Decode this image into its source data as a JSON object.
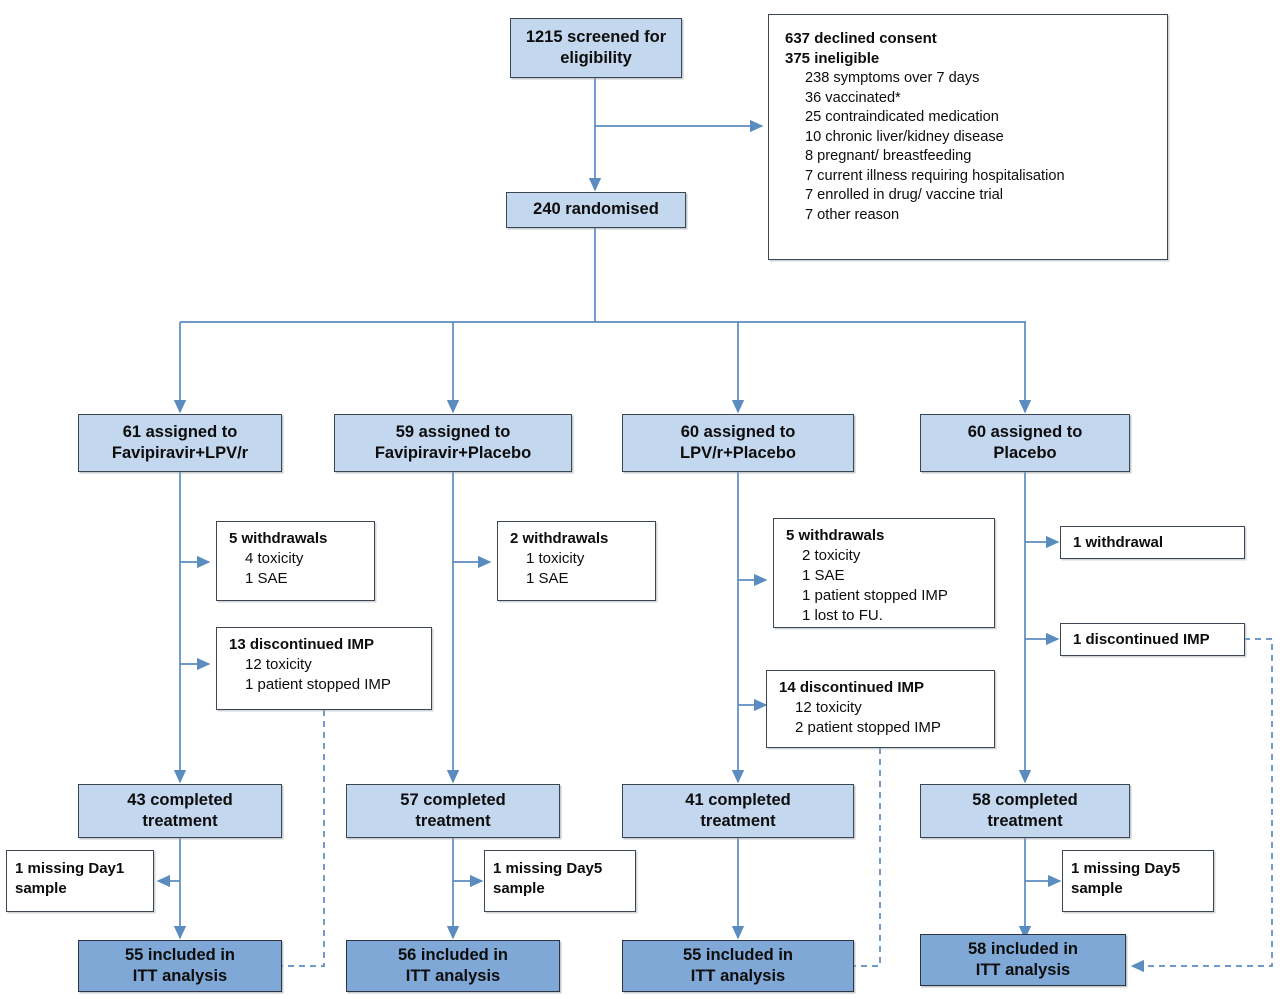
{
  "diagram": {
    "title": "CONSORT participant flow diagram",
    "colors": {
      "box_light_fill": "#c3d7ef",
      "box_dark_fill": "#7fa8d6",
      "box_white_fill": "#ffffff",
      "box_border": "#3c4650",
      "connector": "#5b8cc0",
      "connector_dashed": "#5b8cc0",
      "text": "#0d0d0d"
    }
  },
  "screening": {
    "line1": "1215 screened for",
    "line2": "eligibility"
  },
  "exclusions": {
    "declined": "637 declined consent",
    "ineligible": "375  ineligible",
    "reasons": [
      "238 symptoms over 7 days",
      "36 vaccinated*",
      "25 contraindicated medication",
      "10 chronic liver/kidney disease",
      "8 pregnant/ breastfeeding",
      "7 current illness requiring hospitalisation",
      "7 enrolled in drug/ vaccine trial",
      "7 other reason"
    ]
  },
  "randomised": {
    "label": "240 randomised"
  },
  "arms": [
    {
      "assigned_line1": "61 assigned to",
      "assigned_line2": "Favipiravir+LPV/r",
      "withdrawals": {
        "header": "5 withdrawals",
        "items": [
          "4 toxicity",
          "1 SAE"
        ]
      },
      "discontinued": {
        "header": "13 discontinued IMP",
        "items": [
          "12 toxicity",
          "1 patient stopped IMP"
        ]
      },
      "completed_line1": "43 completed",
      "completed_line2": "treatment",
      "missing": {
        "line1": "1 missing Day1",
        "line2": "sample"
      },
      "itt_line1": "55 included in",
      "itt_line2": "ITT analysis"
    },
    {
      "assigned_line1": "59 assigned to",
      "assigned_line2": "Favipiravir+Placebo",
      "withdrawals": {
        "header": "2 withdrawals",
        "items": [
          "1 toxicity",
          "1 SAE"
        ]
      },
      "discontinued": null,
      "completed_line1": "57 completed",
      "completed_line2": "treatment",
      "missing": {
        "line1": "1 missing Day5",
        "line2": "sample"
      },
      "itt_line1": "56 included in",
      "itt_line2": "ITT analysis"
    },
    {
      "assigned_line1": "60 assigned to",
      "assigned_line2": "LPV/r+Placebo",
      "withdrawals": {
        "header": "5 withdrawals",
        "items": [
          "2 toxicity",
          "1 SAE",
          "1 patient stopped IMP",
          "1 lost to FU."
        ]
      },
      "discontinued": {
        "header": "14 discontinued IMP",
        "items": [
          "12 toxicity",
          "2 patient stopped IMP"
        ]
      },
      "completed_line1": "41 completed",
      "completed_line2": "treatment",
      "missing": null,
      "itt_line1": "55 included in",
      "itt_line2": "ITT analysis"
    },
    {
      "assigned_line1": "60 assigned to",
      "assigned_line2": "Placebo",
      "withdrawals": {
        "header": "1 withdrawal",
        "items": []
      },
      "discontinued": {
        "header": "1 discontinued IMP",
        "items": []
      },
      "completed_line1": "58 completed",
      "completed_line2": "treatment",
      "missing": {
        "line1": "1 missing Day5",
        "line2": "sample"
      },
      "itt_line1": "58 included in",
      "itt_line2": "ITT analysis"
    }
  ]
}
